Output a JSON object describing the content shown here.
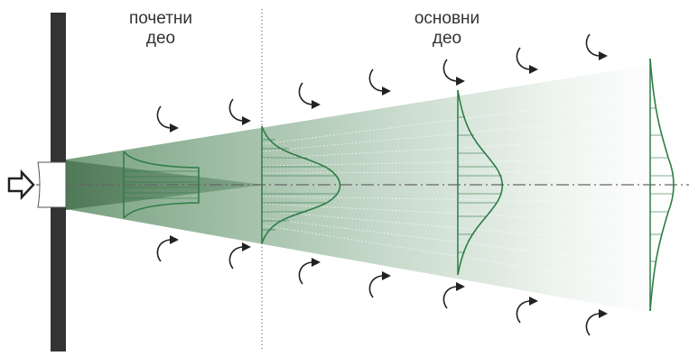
{
  "labels": {
    "initial_part": {
      "line1": "почетни",
      "line2": "део"
    },
    "main_part": {
      "line1": "основни",
      "line2": "део"
    }
  },
  "colors": {
    "wall": "#333333",
    "jet_cone": "#6f9a77",
    "core_cone": "#527a5a",
    "profile_line": "#2e7d46",
    "arrow": "#222222"
  },
  "icons": {
    "inflow": "hollow-right-arrow-icon",
    "entrainment": "curved-arrow-icon"
  }
}
